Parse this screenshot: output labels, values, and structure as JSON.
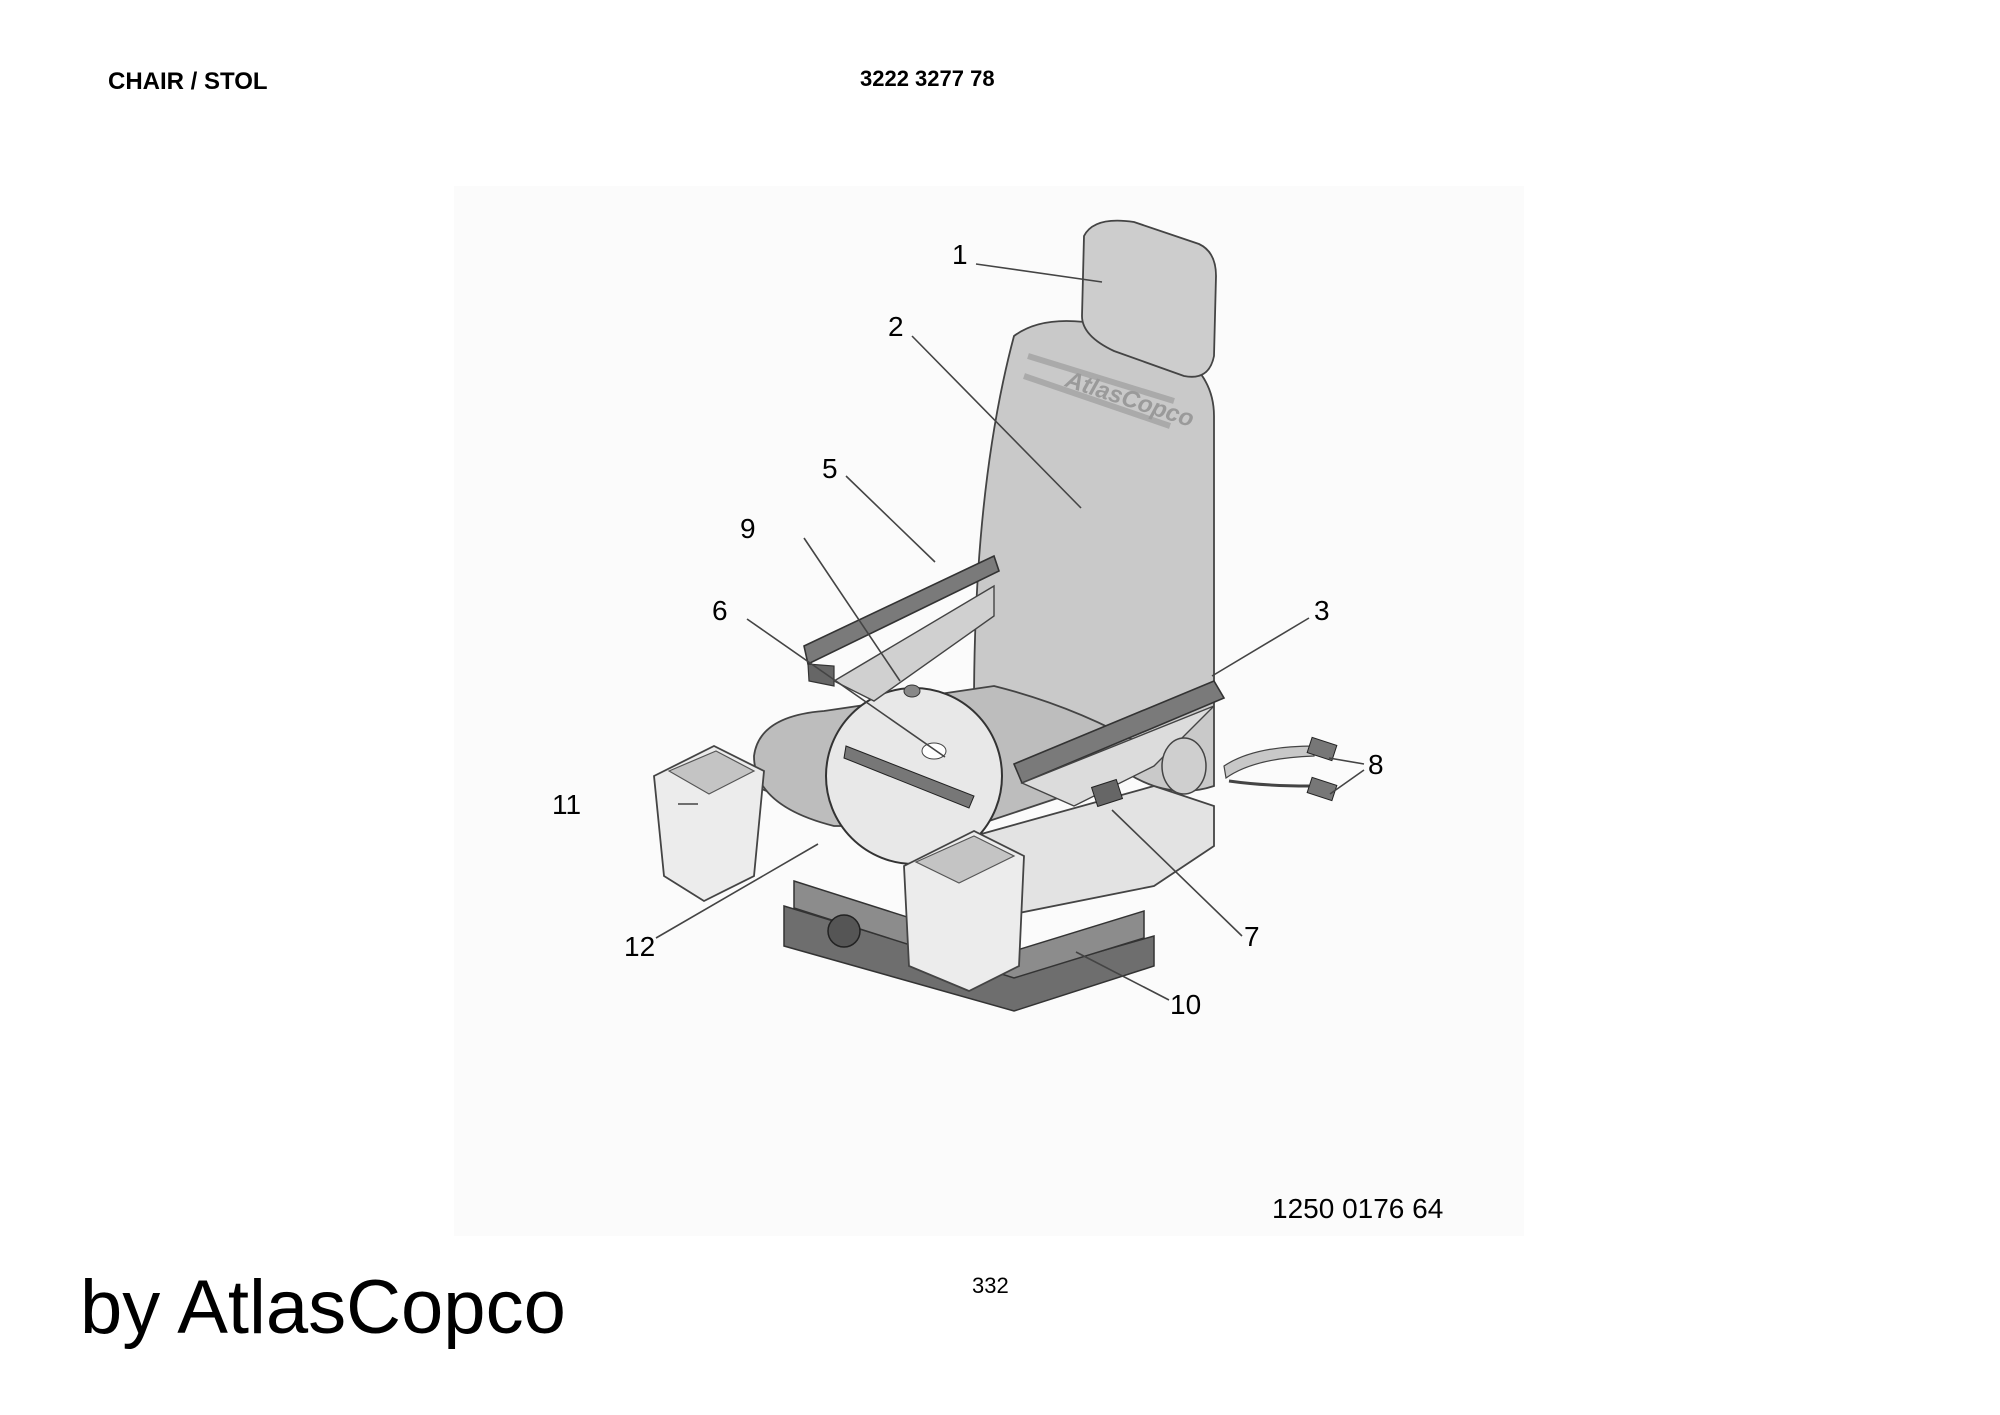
{
  "header": {
    "title": "CHAIR / STOL",
    "part_number": "3222 3277 78"
  },
  "figure": {
    "drawing_number": "1250 0176 64",
    "callouts": [
      "1",
      "2",
      "3",
      "5",
      "6",
      "7",
      "8",
      "9",
      "10",
      "11",
      "12"
    ],
    "embossed_text": "AtlasCopco"
  },
  "footer": {
    "page_number": "332",
    "brand": "by AtlasCopco"
  }
}
